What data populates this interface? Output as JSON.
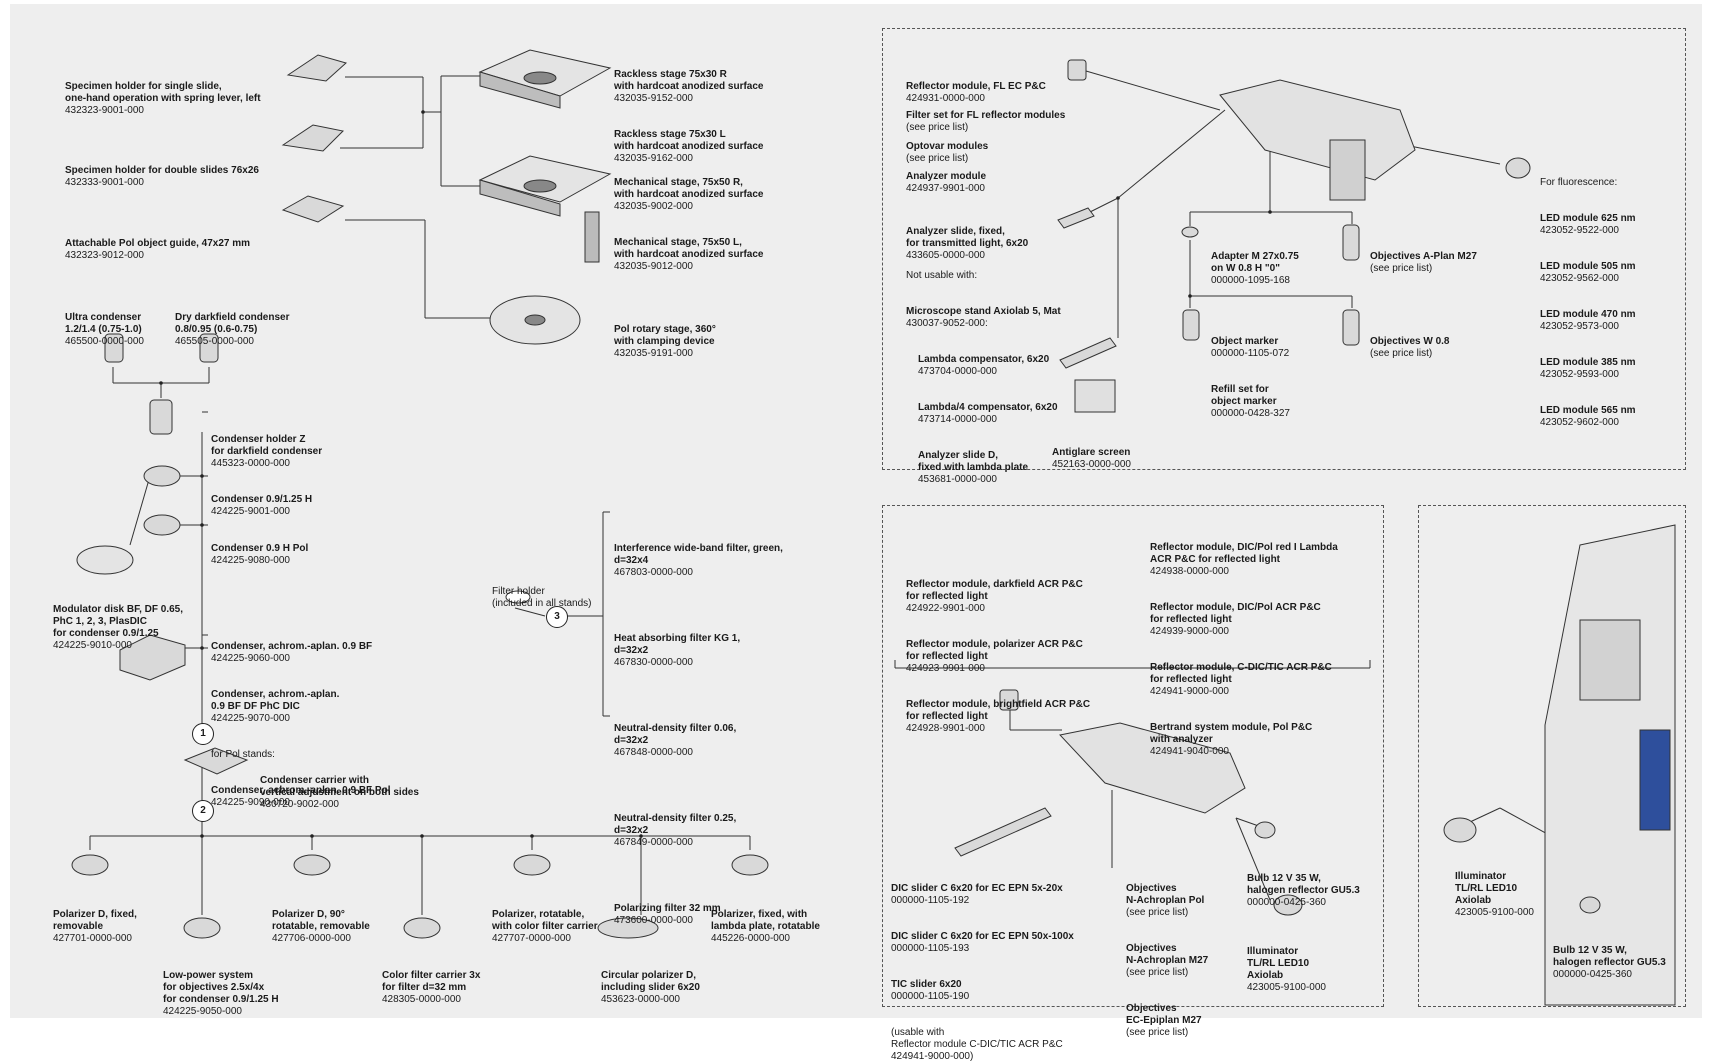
{
  "labels": {
    "spec_single": {
      "title": "Specimen holder for single slide,\none-hand operation with spring lever, left",
      "code": "432323-9001-000"
    },
    "spec_double": {
      "title": "Specimen holder for double slides 76x26",
      "code": "432333-9001-000"
    },
    "pol_guide": {
      "title": "Attachable Pol object guide, 47x27 mm",
      "code": "432323-9012-000"
    },
    "rackless": {
      "t1": "Rackless stage 75x30 R\nwith hardcoat anodized surface",
      "c1": "432035-9152-000",
      "t2": "Rackless stage 75x30 L\nwith hardcoat anodized surface",
      "c2": "432035-9162-000"
    },
    "mech": {
      "t1": "Mechanical stage, 75x50 R,\nwith hardcoat anodized surface",
      "c1": "432035-9002-000",
      "t2": "Mechanical stage, 75x50 L,\nwith hardcoat anodized surface",
      "c2": "432035-9012-000"
    },
    "pol_rotary": {
      "title": "Pol rotary stage, 360°\nwith clamping device",
      "code": "432035-9191-000"
    },
    "ultra_cond": {
      "title": "Ultra condenser\n1.2/1.4 (0.75-1.0)",
      "code": "465500-0000-000"
    },
    "dry_dark": {
      "title": "Dry darkfield condenser\n0.8/0.95 (0.6-0.75)",
      "code": "465505-0000-000"
    },
    "cond_holder": {
      "title": "Condenser holder Z\nfor darkfield condenser",
      "code": "445323-0000-000"
    },
    "cond_125": {
      "title": "Condenser 0.9/1.25 H",
      "code": "424225-9001-000"
    },
    "cond_hpol": {
      "title": "Condenser 0.9 H Pol",
      "code": "424225-9080-000"
    },
    "modulator": {
      "title": "Modulator disk BF, DF 0.65,\nPhC 1, 2, 3, PlasDIC\nfor condenser 0.9/1.25",
      "code": "424225-9010-000"
    },
    "achrom": {
      "t1": "Condenser, achrom.-aplan. 0.9 BF",
      "c1": "424225-9060-000",
      "t2": "Condenser, achrom.-aplan.\n0.9 BF DF PhC DIC",
      "c2": "424225-9070-000",
      "note": "for Pol stands:",
      "t3": "Condenser, achrom.-aplan. 0.9 BF Pol",
      "c3": "424225-9090-000"
    },
    "carrier": {
      "title": "Condenser carrier with\nvertical adjustment on both sides",
      "code": "430720-9002-000"
    },
    "filter_holder": {
      "note": "Filter holder\n(included in all stands)"
    },
    "filters": [
      {
        "title": "Interference wide-band filter, green,\nd=32x4",
        "code": "467803-0000-000"
      },
      {
        "title": "Heat absorbing filter KG 1,\nd=32x2",
        "code": "467830-0000-000"
      },
      {
        "title": "Neutral-density filter 0.06,\nd=32x2",
        "code": "467848-0000-000"
      },
      {
        "title": "Neutral-density filter 0.25,\nd=32x2",
        "code": "467849-0000-000"
      },
      {
        "title": "Polarizing filter 32 mm",
        "code": "473600-0000-000"
      }
    ],
    "polD_fixed": {
      "title": "Polarizer D, fixed,\nremovable",
      "code": "427701-0000-000"
    },
    "lowpower": {
      "title": "Low-power system\nfor objectives 2.5x/4x\nfor condenser 0.9/1.25 H",
      "code": "424225-9050-000"
    },
    "polD_90": {
      "title": "Polarizer D, 90°\nrotatable, removable",
      "code": "427706-0000-000"
    },
    "color_carrier": {
      "title": "Color filter carrier 3x\nfor filter d=32 mm",
      "code": "428305-0000-000"
    },
    "pol_rot_color": {
      "title": "Polarizer, rotatable,\nwith color filter carrier",
      "code": "427707-0000-000"
    },
    "circ_pol": {
      "title": "Circular polarizer D,\nincluding slider 6x20",
      "code": "453623-0000-000"
    },
    "pol_lambda": {
      "title": "Polarizer, fixed, with\nlambda plate, rotatable",
      "code": "445226-0000-000"
    },
    "refl_fl": {
      "title": "Reflector module, FL EC P&C",
      "code": "424931-0000-000"
    },
    "filter_set": {
      "title": "Filter set for FL reflector modules",
      "code": "(see price list)"
    },
    "optovar": {
      "title": "Optovar modules",
      "code": "(see price list)"
    },
    "analyzer_mod": {
      "title": "Analyzer module",
      "code": "424937-9901-000"
    },
    "analyzer_slide": {
      "title": "Analyzer slide, fixed,\nfor transmitted light, 6x20",
      "code": "433605-0000-000"
    },
    "not_usable": {
      "note": "Not usable with:",
      "t0": "Microscope stand Axiolab 5, Mat",
      "c0": "430037-9052-000:",
      "t1": "Lambda compensator, 6x20",
      "c1": "473704-0000-000",
      "t2": "Lambda/4 compensator, 6x20",
      "c2": "473714-0000-000",
      "t3": "Analyzer slide D,\nfixed with lambda plate",
      "c3": "453681-0000-000"
    },
    "antiglare": {
      "title": "Antiglare screen",
      "code": "452163-0000-000"
    },
    "adapter": {
      "title": "Adapter M 27x0.75\non W 0.8 H \"0\"",
      "code": "000000-1095-168"
    },
    "obj_aplan": {
      "title": "Objectives A-Plan M27",
      "code": "(see price list)"
    },
    "obj_marker": {
      "title": "Object marker",
      "code": "000000-1105-072",
      "t2": "Refill set for\nobject marker",
      "c2": "000000-0428-327"
    },
    "obj_w08": {
      "title": "Objectives W 0.8",
      "code": "(see price list)"
    },
    "led": {
      "note": "For fluorescence:",
      "items": [
        {
          "title": "LED module 625 nm",
          "code": "423052-9522-000"
        },
        {
          "title": "LED module 505 nm",
          "code": "423052-9562-000"
        },
        {
          "title": "LED module 470 nm",
          "code": "423052-9573-000"
        },
        {
          "title": "LED module 385 nm",
          "code": "423052-9593-000"
        },
        {
          "title": "LED module 565 nm",
          "code": "423052-9602-000"
        }
      ]
    },
    "refl_left": [
      {
        "title": "Reflector module, darkfield ACR P&C\nfor reflected light",
        "code": "424922-9901-000"
      },
      {
        "title": "Reflector module, polarizer ACR P&C\nfor reflected light",
        "code": "424923-9901-000"
      },
      {
        "title": "Reflector module, brightfield ACR P&C\nfor reflected light",
        "code": "424928-9901-000"
      }
    ],
    "refl_right": [
      {
        "title": "Reflector module, DIC/Pol red I Lambda\nACR P&C for reflected light",
        "code": "424938-0000-000"
      },
      {
        "title": "Reflector module, DIC/Pol ACR P&C\nfor reflected light",
        "code": "424939-9000-000"
      },
      {
        "title": "Reflector module, C-DIC/TIC ACR P&C\nfor reflected light",
        "code": "424941-9000-000"
      },
      {
        "title": "Bertrand system module, Pol P&C\nwith analyzer",
        "code": "424941-9040-000"
      }
    ],
    "dic_slider": {
      "t1": "DIC slider C 6x20 for EC EPN 5x-20x",
      "c1": "000000-1105-192",
      "t2": "DIC slider C 6x20 for EC EPN 50x-100x",
      "c2": "000000-1105-193",
      "t3": "TIC slider 6x20",
      "c3": "000000-1105-190",
      "note": "(usable with\nReflector module C-DIC/TIC ACR P&C\n424941-9000-000)"
    },
    "objectives_mid": [
      {
        "title": "Objectives\nN-Achroplan Pol",
        "code": "(see price list)"
      },
      {
        "title": "Objectives\nN-Achroplan M27",
        "code": "(see price list)"
      },
      {
        "title": "Objectives\nEC-Epiplan M27",
        "code": "(see price list)"
      }
    ],
    "bulb_mid": {
      "title": "Bulb 12 V 35 W,\nhalogen reflector GU5.3",
      "code": "000000-0425-360"
    },
    "illum_mid": {
      "title": "Illuminator\nTL/RL LED10\nAxiolab",
      "code": "423005-9100-000"
    },
    "illum_right": {
      "title": "Illuminator\nTL/RL LED10\nAxiolab",
      "code": "423005-9100-000"
    },
    "bulb_right": {
      "title": "Bulb 12 V 35 W,\nhalogen reflector GU5.3",
      "code": "000000-0425-360"
    }
  },
  "markers": {
    "m1": "1",
    "m2": "2",
    "m3": "3"
  }
}
